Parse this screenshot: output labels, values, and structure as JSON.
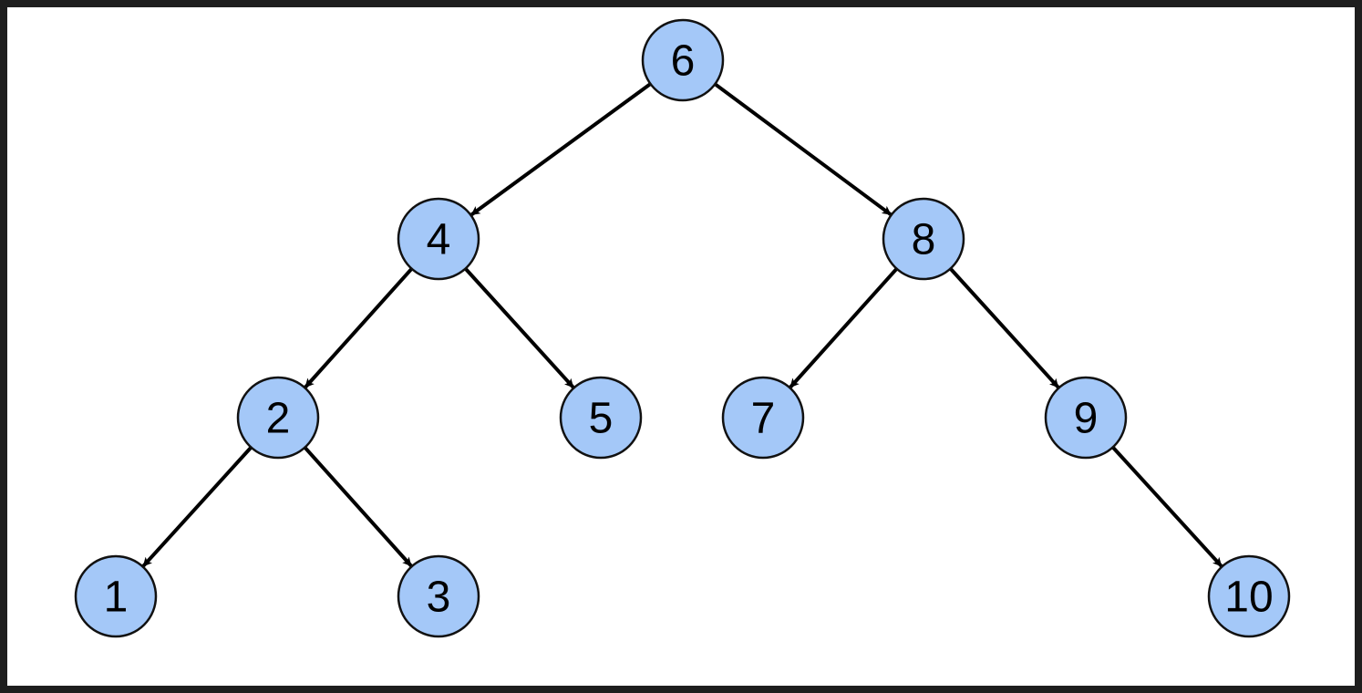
{
  "diagram": {
    "type": "binary-tree",
    "node_fill": "#a4c8f8",
    "edge_color": "#000000",
    "nodes": [
      {
        "id": "n6",
        "label": "6"
      },
      {
        "id": "n4",
        "label": "4"
      },
      {
        "id": "n8",
        "label": "8"
      },
      {
        "id": "n2",
        "label": "2"
      },
      {
        "id": "n5",
        "label": "5"
      },
      {
        "id": "n7",
        "label": "7"
      },
      {
        "id": "n9",
        "label": "9"
      },
      {
        "id": "n1",
        "label": "1"
      },
      {
        "id": "n3",
        "label": "3"
      },
      {
        "id": "n10",
        "label": "10"
      }
    ],
    "edges": [
      {
        "from": "n6",
        "to": "n4"
      },
      {
        "from": "n6",
        "to": "n8"
      },
      {
        "from": "n4",
        "to": "n2"
      },
      {
        "from": "n4",
        "to": "n5"
      },
      {
        "from": "n8",
        "to": "n7"
      },
      {
        "from": "n8",
        "to": "n9"
      },
      {
        "from": "n2",
        "to": "n1"
      },
      {
        "from": "n2",
        "to": "n3"
      },
      {
        "from": "n9",
        "to": "n10"
      }
    ]
  }
}
